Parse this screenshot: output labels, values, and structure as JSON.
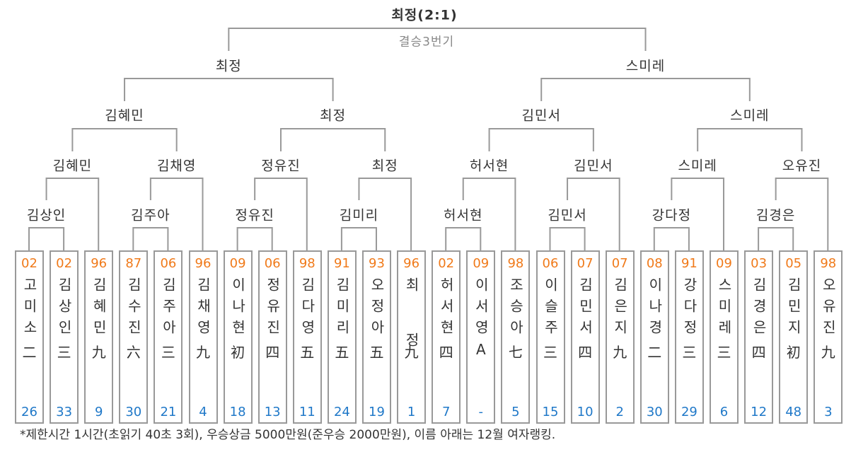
{
  "final": {
    "winner": "최정(2:1)",
    "subtitle": "결승3번기"
  },
  "semifinal": [
    "최정",
    "스미레"
  ],
  "quarterfinal": [
    "김혜민",
    "최정",
    "김민서",
    "스미레"
  ],
  "round2": [
    "김혜민",
    "김채영",
    "정유진",
    "최정",
    "허서현",
    "김민서",
    "스미레",
    "오유진"
  ],
  "round1": [
    "김상인",
    "김주아",
    "정유진",
    "김미리",
    "허서현",
    "김민서",
    "강다정",
    "김경은"
  ],
  "players": [
    {
      "seed": "02",
      "name": "고미소",
      "dan": "二",
      "rank": "26"
    },
    {
      "seed": "02",
      "name": "김상인",
      "dan": "三",
      "rank": "33"
    },
    {
      "seed": "96",
      "name": "김혜민",
      "dan": "九",
      "rank": "9"
    },
    {
      "seed": "87",
      "name": "김수진",
      "dan": "六",
      "rank": "30"
    },
    {
      "seed": "06",
      "name": "김주아",
      "dan": "三",
      "rank": "21"
    },
    {
      "seed": "96",
      "name": "김채영",
      "dan": "九",
      "rank": "4"
    },
    {
      "seed": "09",
      "name": "이나현",
      "dan": "初",
      "rank": "18"
    },
    {
      "seed": "06",
      "name": "정유진",
      "dan": "四",
      "rank": "13"
    },
    {
      "seed": "98",
      "name": "김다영",
      "dan": "五",
      "rank": "11"
    },
    {
      "seed": "91",
      "name": "김미리",
      "dan": "五",
      "rank": "24"
    },
    {
      "seed": "93",
      "name": "오정아",
      "dan": "五",
      "rank": "19"
    },
    {
      "seed": "96",
      "name": "최 정",
      "dan": "九",
      "rank": "1"
    },
    {
      "seed": "02",
      "name": "허서현",
      "dan": "四",
      "rank": "7"
    },
    {
      "seed": "09",
      "name": "이서영",
      "dan": "A",
      "rank": "-"
    },
    {
      "seed": "98",
      "name": "조승아",
      "dan": "七",
      "rank": "5"
    },
    {
      "seed": "06",
      "name": "이슬주",
      "dan": "三",
      "rank": "15"
    },
    {
      "seed": "07",
      "name": "김민서",
      "dan": "四",
      "rank": "10"
    },
    {
      "seed": "07",
      "name": "김은지",
      "dan": "九",
      "rank": "2"
    },
    {
      "seed": "08",
      "name": "이나경",
      "dan": "二",
      "rank": "30"
    },
    {
      "seed": "91",
      "name": "강다정",
      "dan": "三",
      "rank": "29"
    },
    {
      "seed": "09",
      "name": "스미레",
      "dan": "三",
      "rank": "6"
    },
    {
      "seed": "03",
      "name": "김경은",
      "dan": "四",
      "rank": "12"
    },
    {
      "seed": "05",
      "name": "김민지",
      "dan": "初",
      "rank": "48"
    },
    {
      "seed": "98",
      "name": "오유진",
      "dan": "九",
      "rank": "3"
    }
  ],
  "footnote": "*제한시간 1시간(초읽기 40초 3회), 우승상금 5000만원(준우승 2000만원), 이름 아래는 12월 여자랭킹.",
  "colors": {
    "seed": "#f07a1a",
    "rank": "#1f78c8",
    "line": "#999999"
  }
}
